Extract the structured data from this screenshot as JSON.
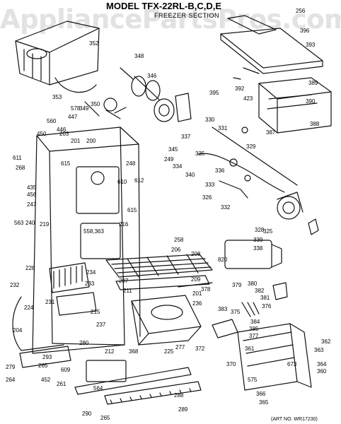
{
  "watermark": "AppliancePartsPros.com",
  "title": "MODEL TFX-22RL-B,C,D,E",
  "subtitle": "FREEZER SECTION",
  "footer": "(ART NO. WR17230)",
  "callouts": [
    "352",
    "348",
    "346",
    "353",
    "578",
    "447",
    "349",
    "350",
    "560",
    "446",
    "450",
    "203",
    "201",
    "200",
    "611",
    "268",
    "615",
    "248",
    "249",
    "345",
    "334",
    "337",
    "335",
    "340",
    "333",
    "336",
    "326",
    "332",
    "329",
    "331",
    "330",
    "325",
    "328",
    "339",
    "338",
    "435",
    "456",
    "247",
    "563",
    "612",
    "610",
    "615",
    "240",
    "219",
    "558,363",
    "216",
    "258",
    "206",
    "208",
    "820",
    "228",
    "234",
    "233",
    "232",
    "224",
    "231",
    "215",
    "207",
    "209",
    "211",
    "201",
    "236",
    "237",
    "212",
    "225",
    "204",
    "280",
    "368",
    "378",
    "379",
    "380",
    "382",
    "381",
    "376",
    "383",
    "375",
    "384",
    "385",
    "377",
    "372",
    "279",
    "264",
    "293",
    "265",
    "609",
    "452",
    "261",
    "564",
    "277",
    "288",
    "289",
    "290",
    "265",
    "362",
    "363",
    "364",
    "673",
    "360",
    "370",
    "361",
    "575",
    "366",
    "365",
    "256",
    "396",
    "393",
    "395",
    "392",
    "423",
    "389",
    "390",
    "387",
    "388"
  ]
}
